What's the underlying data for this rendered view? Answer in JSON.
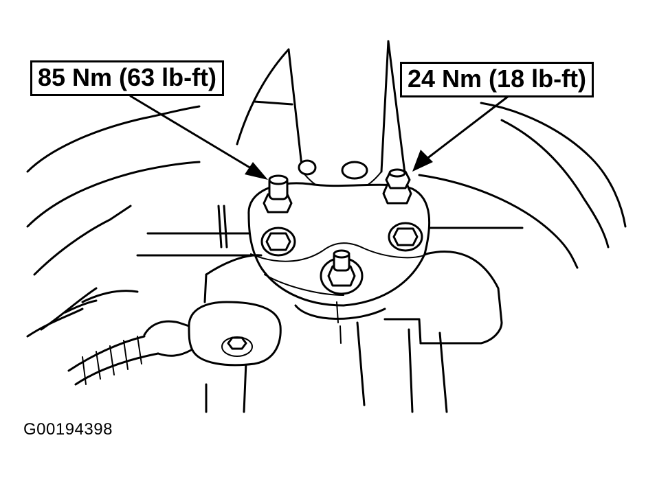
{
  "callouts": {
    "left_torque": "85 Nm (63 lb-ft)",
    "right_torque": "24 Nm (18 lb-ft)"
  },
  "figure_id": "G00194398",
  "colors": {
    "ink": "#000000",
    "paper": "#ffffff"
  }
}
